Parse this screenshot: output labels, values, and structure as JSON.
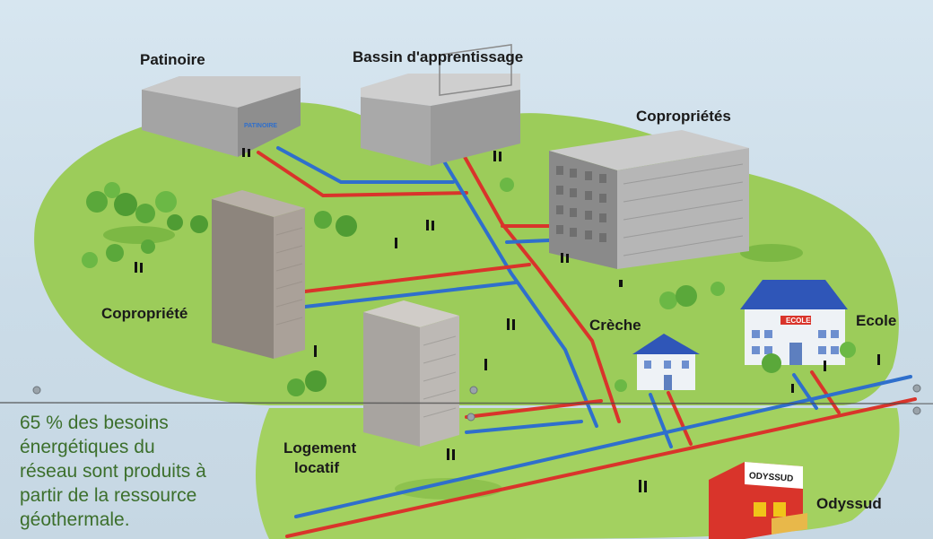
{
  "labels": {
    "patinoire": "Patinoire",
    "bassin": "Bassin d'apprentissage",
    "coproprietes": "Copropriétés",
    "copropriete": "Copropriété",
    "creche": "Crèche",
    "ecole": "Ecole",
    "logement_line1": "Logement",
    "logement_line2": "locatif",
    "odyssud": "Odyssud"
  },
  "building_signs": {
    "patinoire_sign": "PATINOIRE",
    "ecole_sign": "ECOLE",
    "odyssud_sign": "ODYSSUD"
  },
  "note_lines": [
    "65 % des besoins",
    "énergétiques du",
    "réseau sont produits à",
    "partir de la ressource",
    "géothermale."
  ],
  "colors": {
    "hot_pipe": "#d9342b",
    "cold_pipe": "#2f6fcc",
    "grass": "#9ccc5a",
    "note_text": "#3c6f2c"
  },
  "icons": [
    "tree-icon",
    "people-icon",
    "screw-icon"
  ]
}
